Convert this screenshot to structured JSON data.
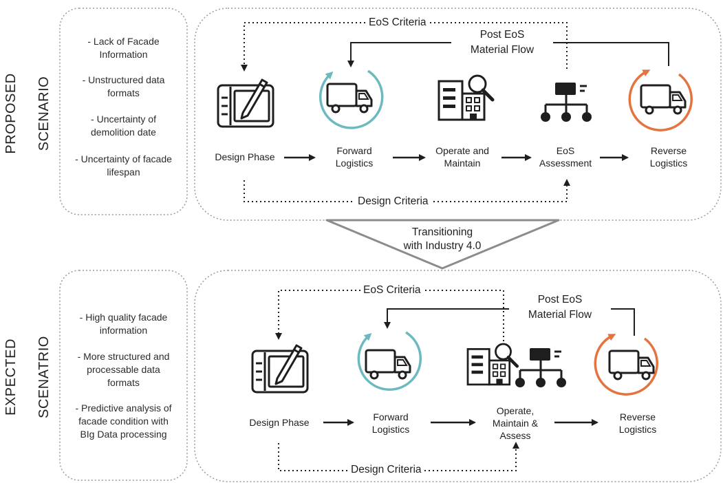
{
  "proposed": {
    "title_line1": "PROPOSED",
    "title_line2": "SCENARIO",
    "issues": [
      "- Lack of Facade\nInformation",
      "- Unstructured data\nformats",
      "- Uncertainty of\ndemolition date",
      "- Uncertainty of facade\nlifespan"
    ],
    "eos_criteria": "EoS Criteria",
    "post_eos_line1": "Post EoS",
    "post_eos_line2": "Material Flow",
    "design_criteria": "Design Criteria",
    "stages": [
      "Design Phase",
      "Forward\nLogistics",
      "Operate and\nMaintain",
      "EoS\nAssessment",
      "Reverse\nLogistics"
    ]
  },
  "transition": {
    "line1": "Transitioning",
    "line2": "with Industry 4.0"
  },
  "expected": {
    "title_line1": "EXPECTED",
    "title_line2": "SCENATRIO",
    "issues": [
      "- High quality facade\ninformation",
      "- More structured and\nprocessable data\nformats",
      "- Predictive analysis of\nfacade condition with\nBIg Data processing"
    ],
    "eos_criteria": "EoS Criteria",
    "post_eos_line1": "Post EoS",
    "post_eos_line2": "Material Flow",
    "design_criteria": "Design Criteria",
    "stages": [
      "Design Phase",
      "Forward\nLogistics",
      "Operate,\nMaintain &\nAssess",
      "Reverse\nLogistics"
    ]
  },
  "colors": {
    "line": "#1e1e1e",
    "teal": "#6cb9c0",
    "orange": "#e4733f",
    "grey": "#8c8c8c",
    "box_border": "#999999"
  },
  "icons": [
    "drawing-tablet-icon",
    "delivery-truck-icon",
    "building-search-icon",
    "hierarchy-icon",
    "reverse-truck-icon"
  ]
}
